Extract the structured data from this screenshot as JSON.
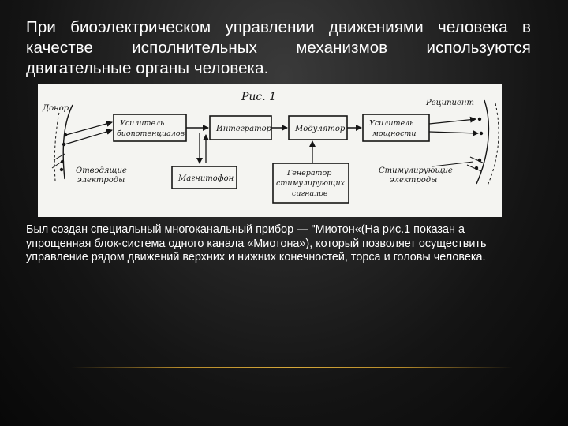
{
  "slide": {
    "heading": "При биоэлектрическом управлении движениями человека в качестве исполнительных механизмов используются двигательные органы человека.",
    "body": "Был создан специальный многоканальный прибор — \"Миотон«(На рис.1 показан а упрощенная блок-система одного канала «Миотона»), который позволяет осуществить управление рядом движений верхних и нижних конечностей, торса и головы человека."
  },
  "figure": {
    "caption": "Рис. 1",
    "donor_label": "Донор",
    "recipient_label": "Реципиент",
    "blocks": {
      "amplifier_bio": [
        "Усилитель",
        "биопотенциалов"
      ],
      "integrator": [
        "Интегратор"
      ],
      "modulator": [
        "Модулятор"
      ],
      "power_amplifier": [
        "Усилитель",
        "мощности"
      ],
      "tape_recorder": [
        "Магнитофон"
      ],
      "generator": [
        "Генератор",
        "стимулирующих",
        "сигналов"
      ]
    },
    "labels": {
      "recording_electrodes": [
        "Отводящие",
        "электроды"
      ],
      "stimulating_electrodes": [
        "Стимулирующие",
        "электроды"
      ]
    }
  },
  "colors": {
    "background": "#1a1a1a",
    "text": "#ffffff",
    "figure_background": "#f4f4f1",
    "ink": "#151515",
    "accent_line": "#c9992f"
  }
}
